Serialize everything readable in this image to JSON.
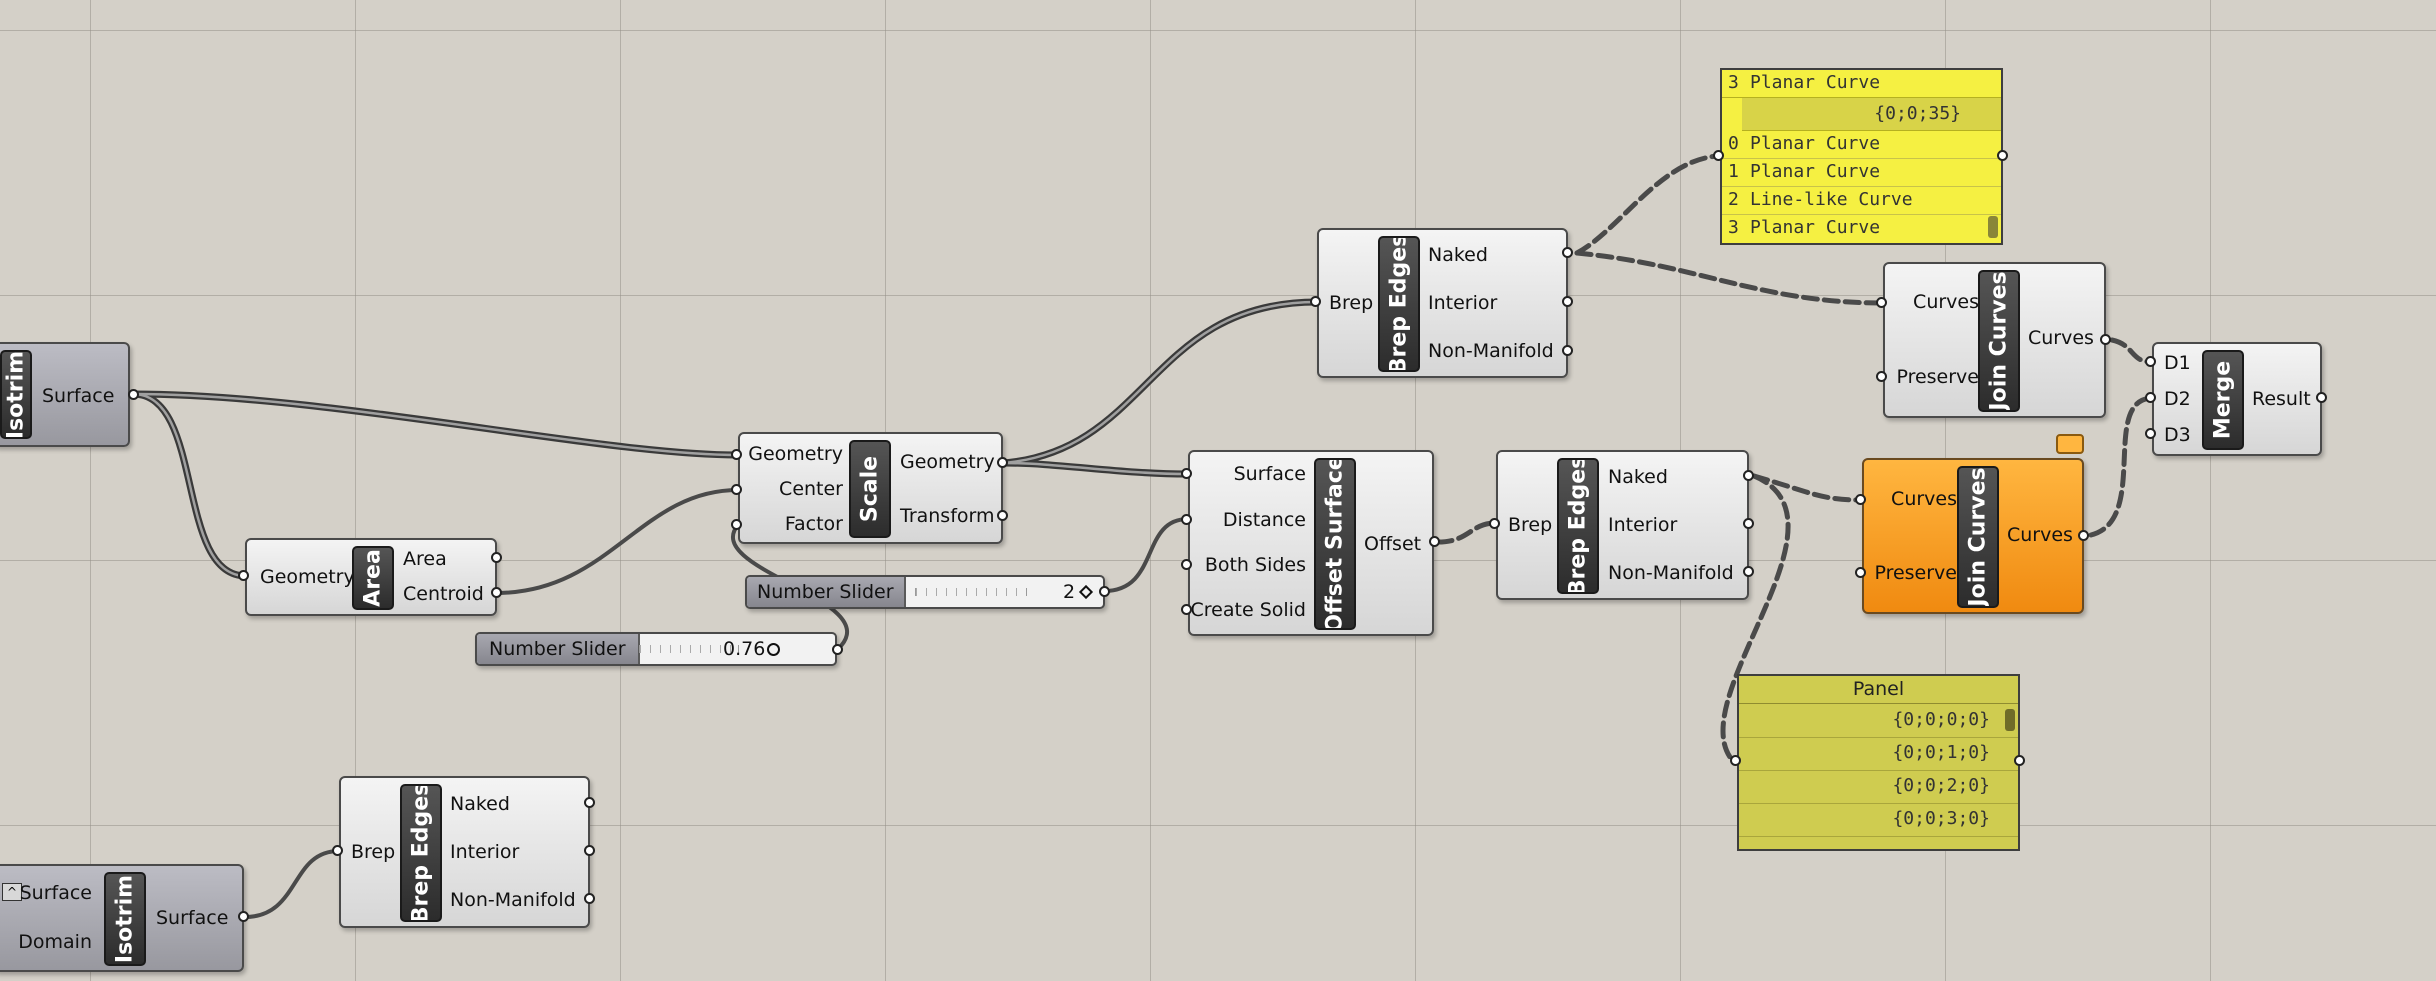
{
  "nodes": {
    "isotrim_top": {
      "title": "Isotrim",
      "outputs": [
        "Surface"
      ]
    },
    "area": {
      "title": "Area",
      "inputs": [
        "Geometry"
      ],
      "outputs": [
        "Area",
        "Centroid"
      ]
    },
    "scale": {
      "title": "Scale",
      "inputs": [
        "Geometry",
        "Center",
        "Factor"
      ],
      "outputs": [
        "Geometry",
        "Transform"
      ]
    },
    "slider_a": {
      "name": "Number Slider",
      "value": "2"
    },
    "slider_b": {
      "name": "Number Slider",
      "value": "0.76"
    },
    "brep_edges_top": {
      "title": "Brep Edges",
      "inputs": [
        "Brep"
      ],
      "outputs": [
        "Naked",
        "Interior",
        "Non-Manifold"
      ]
    },
    "offset_surface": {
      "title": "Offset Surface",
      "inputs": [
        "Surface",
        "Distance",
        "Both Sides",
        "Create Solid"
      ],
      "outputs": [
        "Offset"
      ]
    },
    "brep_edges_mid": {
      "title": "Brep Edges",
      "inputs": [
        "Brep"
      ],
      "outputs": [
        "Naked",
        "Interior",
        "Non-Manifold"
      ]
    },
    "join_curves_top": {
      "title": "Join Curves",
      "inputs": [
        "Curves",
        "Preserve"
      ],
      "outputs": [
        "Curves"
      ]
    },
    "join_curves_orange": {
      "title": "Join Curves",
      "inputs": [
        "Curves",
        "Preserve"
      ],
      "outputs": [
        "Curves"
      ]
    },
    "merge": {
      "title": "Merge",
      "inputs": [
        "D1",
        "D2",
        "D3"
      ],
      "outputs": [
        "Result"
      ]
    },
    "isotrim_bottom": {
      "title": "Isotrim",
      "inputs": [
        "Surface",
        "Domain"
      ],
      "outputs": [
        "Surface"
      ]
    },
    "brep_edges_bottom": {
      "title": "Brep Edges",
      "inputs": [
        "Brep"
      ],
      "outputs": [
        "Naked",
        "Interior",
        "Non-Manifold"
      ]
    }
  },
  "yellow_panel": {
    "header_index": "3",
    "header_text": "Planar Curve",
    "path": "{0;0;35}",
    "rows": [
      {
        "index": "0",
        "text": "Planar Curve"
      },
      {
        "index": "1",
        "text": "Planar Curve"
      },
      {
        "index": "2",
        "text": "Line-like Curve"
      },
      {
        "index": "3",
        "text": "Planar Curve"
      }
    ]
  },
  "olive_panel": {
    "title": "Panel",
    "rows": [
      "{0;0;0;0}",
      "{0;0;1;0}",
      "{0;0;2;0}",
      "{0;0;3;0}"
    ]
  },
  "colors": {
    "canvas": "#d4d0c8",
    "yellow_panel": "#f5f042",
    "olive_panel": "#cfcc50",
    "selected_component": "#f7a128"
  }
}
